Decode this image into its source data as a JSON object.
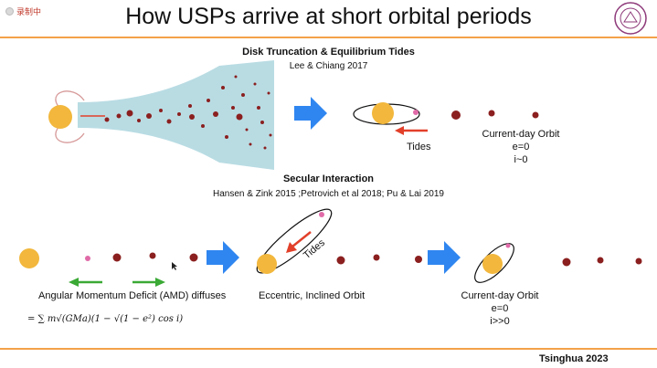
{
  "header": {
    "title": "How USPs arrive at short orbital periods",
    "recording_label": "录制中"
  },
  "top_section": {
    "heading": "Disk Truncation & Equilibrium Tides",
    "citation": "Lee & Chiang 2017",
    "tides_label": "Tides",
    "orbit_title": "Current-day Orbit",
    "orbit_e": "e=0",
    "orbit_i": "i~0"
  },
  "bottom_section": {
    "heading": "Secular Interaction",
    "citation": "Hansen & Zink 2015 ;Petrovich et al 2018; Pu & Lai 2019",
    "amd_label": "Angular Momentum Deficit (AMD) diffuses",
    "formula": "= ∑ m√(GMa)(1 − √(1 − e²) cos i)",
    "tides_label": "Tides",
    "eccentric_label": "Eccentric, Inclined Orbit",
    "orbit_title": "Current-day Orbit",
    "orbit_e": "e=0",
    "orbit_i": "i>>0"
  },
  "footer": {
    "text": "Tsinghua 2023"
  },
  "colors": {
    "accent_line": "#f4a24a",
    "star": "#f2b73c",
    "planet": "#8b1f1f",
    "pink_planet": "#e06aa8",
    "blue_arrow": "#2f86f0",
    "red_arrow": "#e2402a",
    "green_arrow": "#3aa935",
    "disk": "#b9dce3"
  }
}
